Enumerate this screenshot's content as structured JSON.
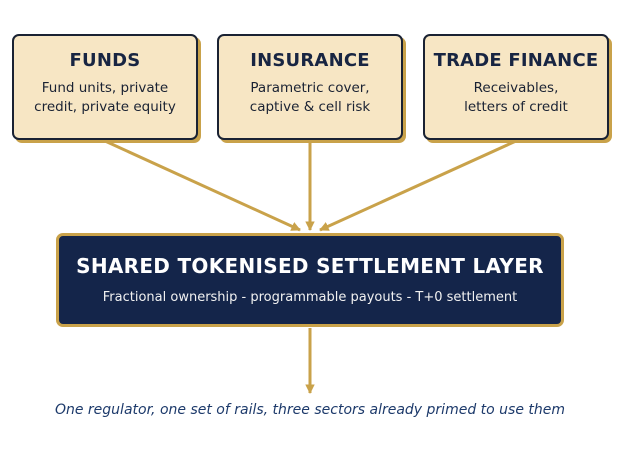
{
  "sectors": [
    {
      "title": "FUNDS",
      "description": [
        "Fund units, private",
        "credit, private equity"
      ]
    },
    {
      "title": "INSURANCE",
      "description": [
        "Parametric cover,",
        "captive & cell risk"
      ]
    },
    {
      "title": "TRADE FINANCE",
      "description": [
        "Receivables,",
        "letters of credit"
      ]
    }
  ],
  "settlement_layer": {
    "title": "SHARED TOKENISED SETTLEMENT LAYER",
    "subtitle": "Fractional ownership - programmable payouts - T+0 settlement"
  },
  "footer_note": "One regulator, one set of rails, three sectors already primed to use them",
  "colors": {
    "box_fill": "#f7e6c4",
    "box_border": "#1a2233",
    "accent_gold": "#c9a24a",
    "navy": "#14254a",
    "footer_text": "#1d3a6b"
  }
}
